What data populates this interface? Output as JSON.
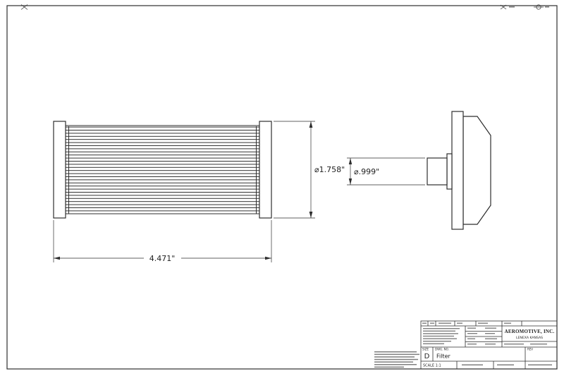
{
  "page": {
    "background": "#ffffff",
    "line_color": "#2e2e2e"
  },
  "views": {
    "filter_side_view": {
      "description": "pleated filter element side view",
      "length_dimension": "4.471\"",
      "outer_diameter_dimension": "⌀1.758\""
    },
    "housing_view": {
      "description": "filter housing end fitting profile",
      "port_diameter_dimension": "⌀.999\""
    }
  },
  "title_block": {
    "company": "AEROMOTIVE, INC.",
    "company_location": "LENEXA KANSAS",
    "size_label": "SIZE",
    "size_value": "D",
    "dwg_no_label": "DWG. NO.",
    "drawing_title": "Filter",
    "rev_label": "REV",
    "scale_text": "SCALE 1:1"
  }
}
